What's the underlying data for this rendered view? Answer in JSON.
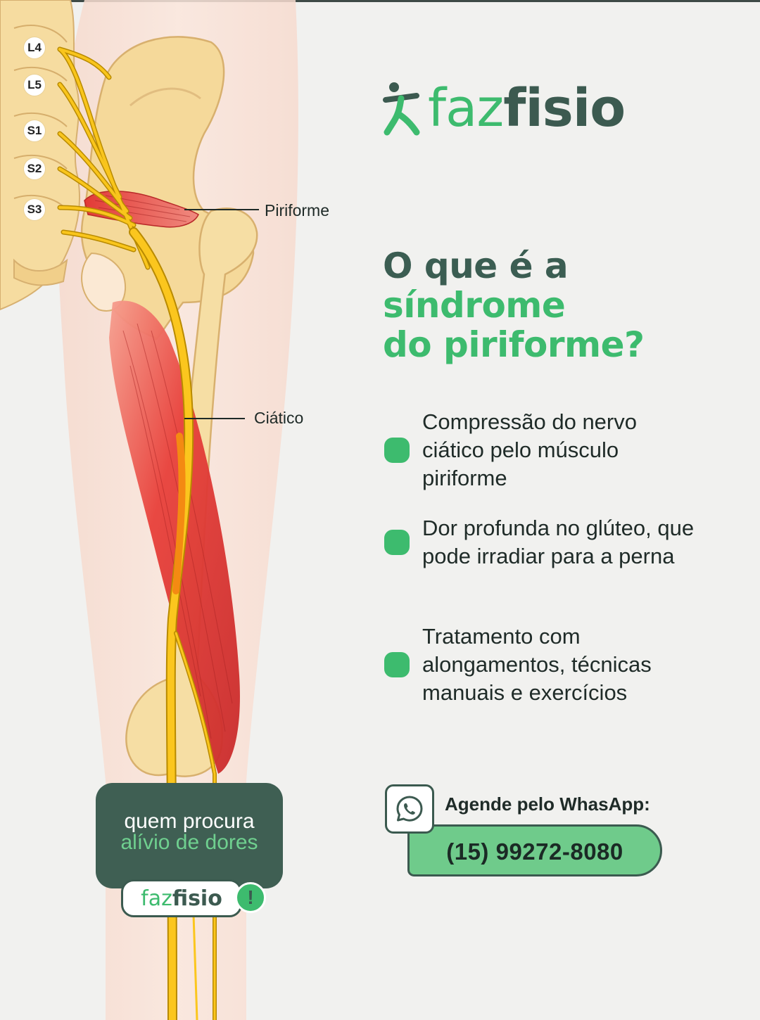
{
  "brand": {
    "faz": "faz",
    "fisio": "fisio",
    "green": "#3dbb6e",
    "dark_green": "#3c5a50"
  },
  "diagram": {
    "vertebrae": [
      "L4",
      "L5",
      "S1",
      "S2",
      "S3"
    ],
    "labels": {
      "piriforme": "Piriforme",
      "ciatico": "Ciático"
    }
  },
  "headline": {
    "line1": "O que é a",
    "line2": "síndrome",
    "line3": "do piriforme?"
  },
  "bullets": [
    "Compressão do nervo ciático pelo músculo piriforme",
    "Dor profunda no glúteo, que pode irradiar para a perna",
    "Tratamento com alongamentos, técnicas manuais e exercícios"
  ],
  "contact": {
    "label": "Agende pelo WhasApp:",
    "phone": "(15) 99272-8080",
    "icon": "whatsapp-icon"
  },
  "tagline": {
    "line1": "quem procura",
    "line2": "alívio de dores",
    "badge_faz": "faz",
    "badge_fisio": "fisio",
    "badge_mark": "!"
  }
}
